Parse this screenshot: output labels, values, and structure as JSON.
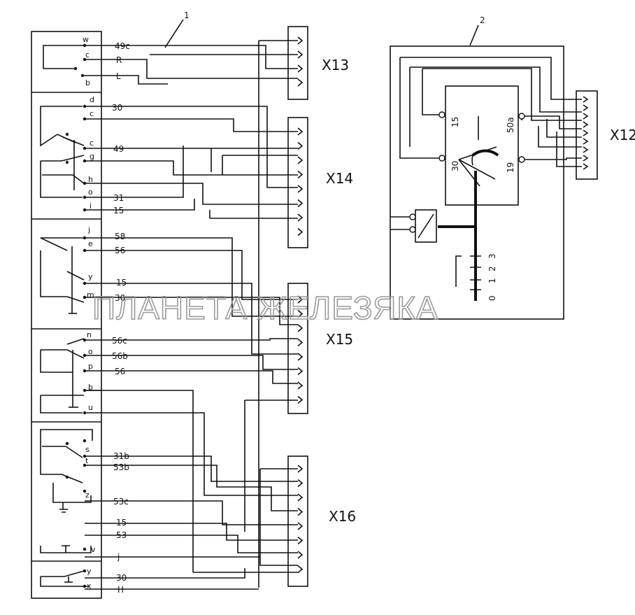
{
  "callouts": {
    "switch_block": "1",
    "instrument": "2"
  },
  "connectors": {
    "x12": "X12",
    "x13": "X13",
    "x14": "X14",
    "x15": "X15",
    "x16": "X16"
  },
  "switch_pins": {
    "s1": [
      "w",
      "c",
      "b"
    ],
    "s2": [
      "d",
      "c",
      "c",
      "g",
      "h",
      "o",
      "i"
    ],
    "s3": [
      "j",
      "e",
      "y",
      "m"
    ],
    "s4": [
      "n",
      "o",
      "p",
      "b",
      "u"
    ],
    "s5": [
      "s",
      "t",
      "z",
      "v"
    ],
    "s6": [
      "y",
      "x"
    ]
  },
  "wire_labels": {
    "g1": [
      "49c",
      "R",
      "L"
    ],
    "g2": [
      "30",
      "49",
      "31",
      "15"
    ],
    "g3": [
      "58",
      "56",
      "15",
      "30"
    ],
    "g4": [
      "56c",
      "56b",
      "56"
    ],
    "g5": [
      "31b",
      "53b",
      "53c",
      "15",
      "53",
      "j",
      "30",
      "H"
    ]
  },
  "instrument": {
    "terminals": [
      "15",
      "50a",
      "30",
      "19"
    ],
    "scale": [
      "3",
      "2",
      "1",
      "0"
    ]
  },
  "watermark": "ПЛАНЕТА ЖЕЛЕЗЯКА"
}
